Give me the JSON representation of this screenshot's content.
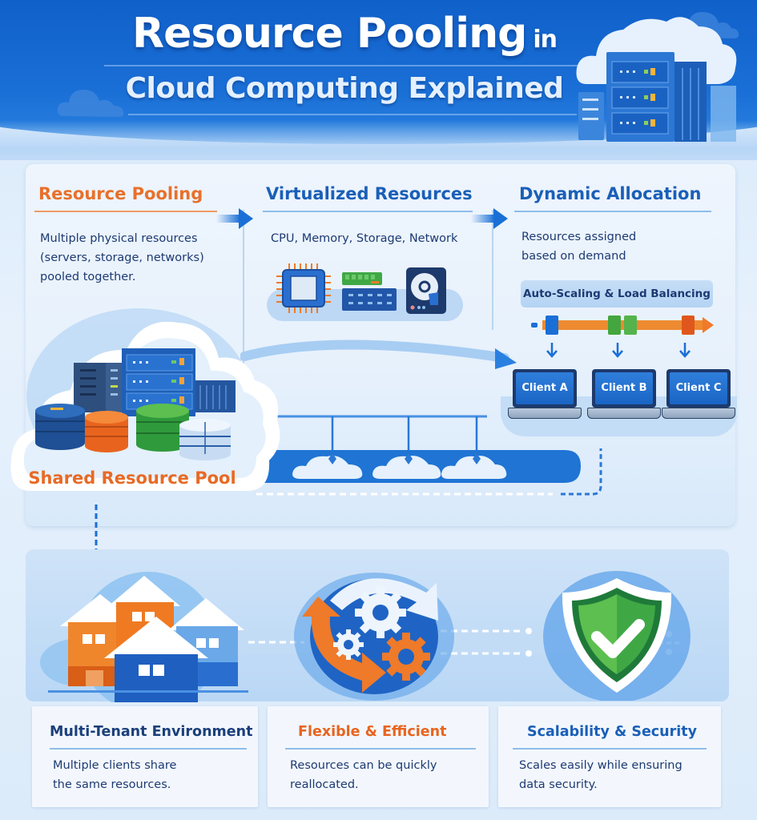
{
  "header": {
    "title_main": "Resource Pooling",
    "title_connector": "in",
    "subtitle": "Cloud Computing Explained"
  },
  "steps": [
    {
      "title": "Resource Pooling",
      "description_lines": [
        "Multiple physical resources",
        "(servers, storage, networks)",
        "pooled together."
      ],
      "color": "#e8702a"
    },
    {
      "title": "Virtualized Resources",
      "description_lines": [
        "CPU, Memory, Storage, Network"
      ],
      "color": "#1a5fb8"
    },
    {
      "title": "Dynamic Allocation",
      "description_lines": [
        "Resources assigned",
        "based on demand"
      ],
      "color": "#1a5fb8"
    }
  ],
  "virtual_icons": [
    "cpu-chip",
    "memory-module",
    "hard-disk"
  ],
  "allocation": {
    "badge": "Auto-Scaling & Load Balancing",
    "clients": [
      {
        "label": "Client A"
      },
      {
        "label": "Client B"
      },
      {
        "label": "Client C"
      }
    ]
  },
  "pool": {
    "label": "Shared Resource Pool",
    "databases": [
      "blue",
      "orange",
      "green",
      "white"
    ]
  },
  "features": [
    {
      "title": "Multi-Tenant Environment",
      "description_lines": [
        "Multiple clients share",
        "the same resources."
      ],
      "color": "#1a3f7a",
      "icon": "houses"
    },
    {
      "title": "Flexible & Efficient",
      "description_lines": [
        "Resources can be quickly",
        "reallocated."
      ],
      "color": "#e8641e",
      "icon": "gears-cycle"
    },
    {
      "title": "Scalability & Security",
      "description_lines": [
        "Scales easily while ensuring",
        "data security."
      ],
      "color": "#1a5fb8",
      "icon": "shield-check"
    }
  ],
  "colors": {
    "primary_blue": "#1a6fd6",
    "dark_navy": "#1d3a73",
    "orange": "#e8702a",
    "green": "#3fa845"
  }
}
